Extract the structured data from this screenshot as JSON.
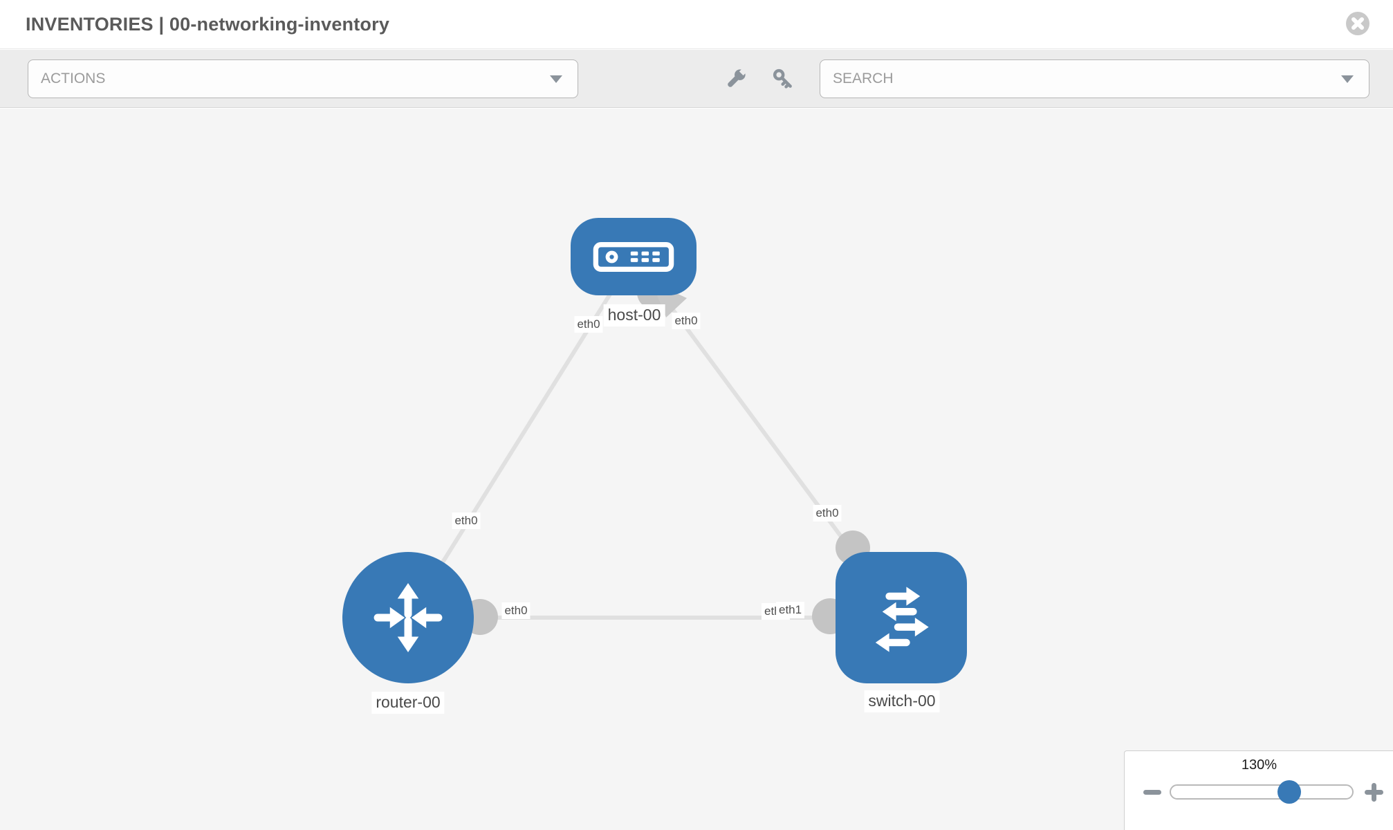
{
  "header": {
    "title": "INVENTORIES | 00-networking-inventory",
    "close_icon": "close-icon"
  },
  "toolbar": {
    "actions_label": "ACTIONS",
    "search_placeholder": "SEARCH",
    "tool_icons": [
      "wrench-icon",
      "key-icon"
    ]
  },
  "diagram": {
    "nodes": [
      {
        "id": "host-00",
        "label": "host-00",
        "type": "host"
      },
      {
        "id": "router-00",
        "label": "router-00",
        "type": "router"
      },
      {
        "id": "switch-00",
        "label": "switch-00",
        "type": "switch"
      }
    ],
    "links": [
      {
        "source": "host-00",
        "source_interface": "eth0",
        "target": "router-00",
        "target_interface": "eth0"
      },
      {
        "source": "host-00",
        "source_interface": "eth0",
        "target": "switch-00",
        "target_interface": "eth0"
      },
      {
        "source": "router-00",
        "source_interface": "eth0",
        "target": "switch-00",
        "target_interface": "eth1"
      }
    ],
    "interface_chips": [
      {
        "text": "eth0"
      },
      {
        "text": "eth0"
      },
      {
        "text": "eth0"
      },
      {
        "text": "eth0"
      },
      {
        "text": "eth0"
      },
      {
        "text": "eth0"
      },
      {
        "text": "eth1"
      }
    ]
  },
  "zoom_control": {
    "level": "130%",
    "minus_icon": "minus-icon",
    "plus_icon": "plus-icon"
  },
  "colors": {
    "node_fill": "#3879b6",
    "link_line": "#e0e0e0",
    "interface_dot": "#c4c4c4",
    "canvas_background": "#f5f5f5",
    "toolbar_background": "#ececec",
    "slider_thumb": "#3879b6"
  }
}
